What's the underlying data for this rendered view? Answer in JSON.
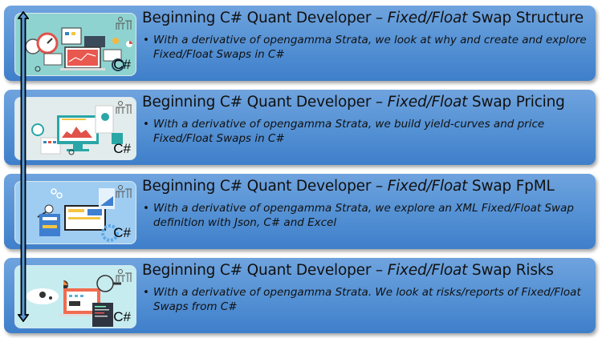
{
  "courses": [
    {
      "title_prefix": "Beginning C# Quant Developer – ",
      "title_italic": "Fixed/Float",
      "title_suffix": " Swap Structure",
      "bullet": "With a derivative of opengamma Strata, we look at why and create and explore Fixed/Float Swaps in C#",
      "badge": "C#",
      "thumb_color": "#8fd3d0"
    },
    {
      "title_prefix": "Beginning C# Quant Developer – ",
      "title_italic": "Fixed/Float",
      "title_suffix": " Swap Pricing",
      "bullet": "With a derivative of opengamma Strata, we build yield-curves and price Fixed/Float Swaps in C#",
      "badge": "C#",
      "thumb_color": "#e3ecec"
    },
    {
      "title_prefix": "Beginning C# Quant Developer – ",
      "title_italic": "Fixed/Float",
      "title_suffix": " Swap FpML",
      "bullet": "With a derivative of opengamma Strata, we explore an XML Fixed/Float Swap definition with Json, C# and Excel",
      "badge": "C#",
      "thumb_color": "#9fcdf2"
    },
    {
      "title_prefix": "Beginning C# Quant Developer – ",
      "title_italic": "Fixed/Float",
      "title_suffix": " Swap Risks",
      "bullet": "With a derivative of opengamma Strata. We look at risks/reports of Fixed/Float Swaps from C#",
      "badge": "C#",
      "thumb_color": "#c6ecf0"
    }
  ],
  "bullet_glyph": "•",
  "colors": {
    "card_top": "#6fa3de",
    "card_bottom": "#3f7fca",
    "arrow_fill": "#5b9bd5",
    "arrow_stroke": "#000000"
  }
}
